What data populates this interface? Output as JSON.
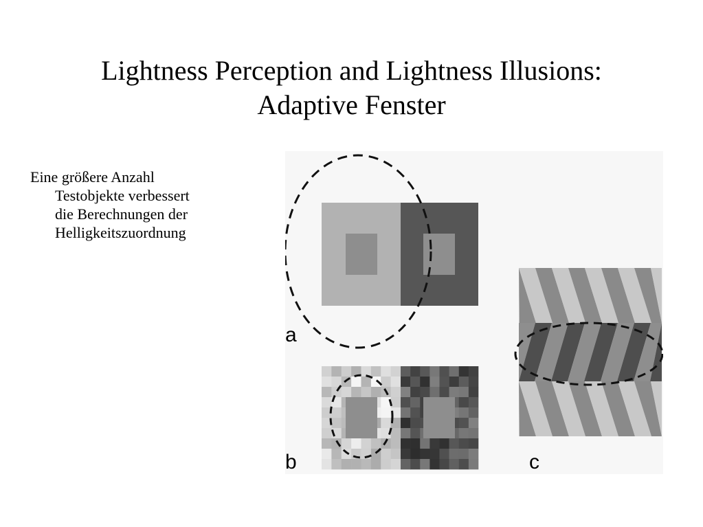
{
  "slide": {
    "title_line1": "Lightness Perception and Lightness Illusions:",
    "title_line2": "Adaptive Fenster",
    "bullet_lines": [
      "Eine größere Anzahl",
      "Testobjekte verbessert",
      "die Berechnungen der",
      "Helligkeitszuordnung"
    ]
  },
  "figure": {
    "labels": {
      "a": "a",
      "b": "b",
      "c": "c"
    },
    "colors": {
      "background": "#f7f7f7",
      "light_field": "#b2b2b2",
      "dark_field": "#565656",
      "target": "#8e8e8e",
      "dashed_outline": "#111111"
    }
  }
}
